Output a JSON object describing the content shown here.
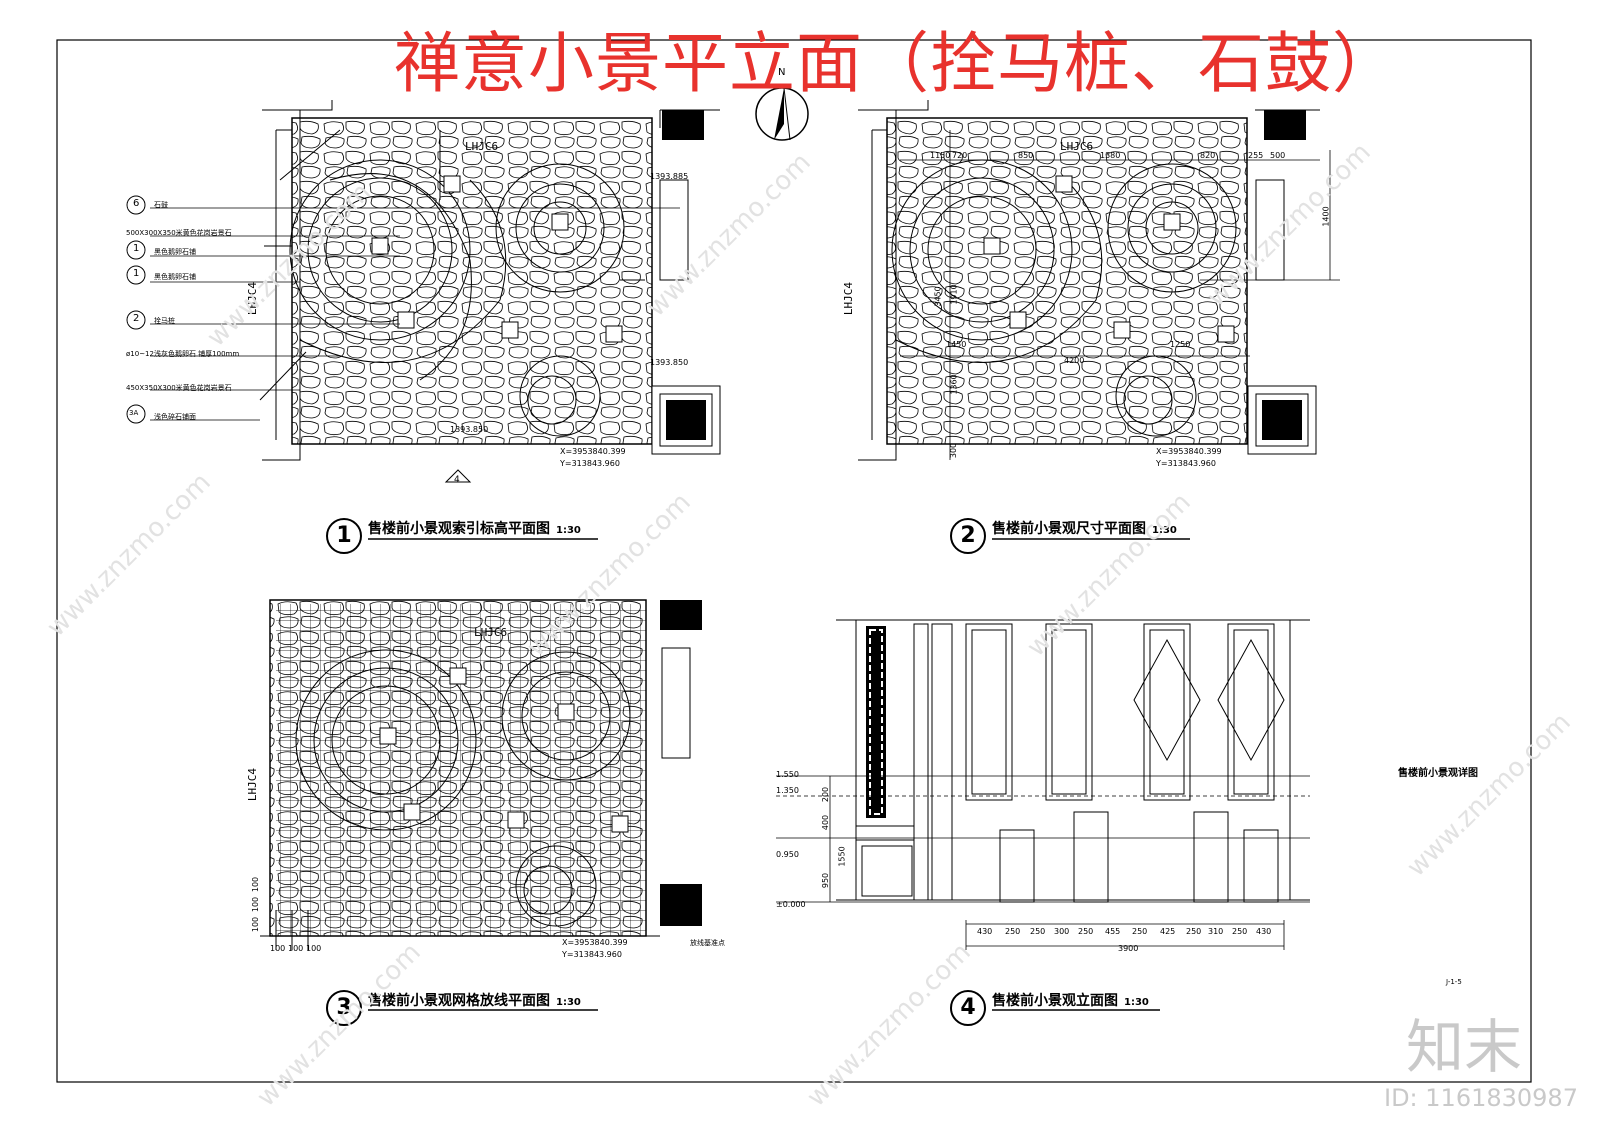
{
  "title": "禅意小景平立面（拴马桩、石鼓）",
  "compass": {
    "north": "N"
  },
  "panel1": {
    "num": "1",
    "caption": "售楼前小景观索引标高平面图",
    "scale": "1:30",
    "code_top": "LHJC6",
    "code_left": "LHJC4",
    "elev1": "1393.885",
    "elev2": "1393.850",
    "elev3": "1393.850",
    "coord_x": "X=3953840.399",
    "coord_y": "Y=313843.960",
    "section_marker": "4",
    "legend": [
      {
        "tag": "6",
        "text": "石鼓"
      },
      {
        "tag": "",
        "text": "500X300X350米黄色花岗岩景石"
      },
      {
        "tag": "1",
        "text": "黑色鹅卵石铺"
      },
      {
        "tag": "1",
        "text": "黑色鹅卵石铺"
      },
      {
        "tag": "2",
        "text": "拴马桩"
      },
      {
        "tag": "",
        "text": "ø10~12浅灰色鹅卵石  铺厚100mm"
      },
      {
        "tag": "",
        "text": "450X350X300米黄色花岗岩景石"
      },
      {
        "tag": "3A",
        "text": "浅色碎石铺面"
      }
    ]
  },
  "panel2": {
    "num": "2",
    "caption": "售楼前小景观尺寸平面图",
    "scale": "1:30",
    "code_top": "LHJC6",
    "code_left": "LHJC4",
    "dims_top": [
      "1150",
      "720",
      "850",
      "1380",
      "820",
      "255",
      "500"
    ],
    "dims_mid": [
      "1450",
      "1250",
      "4200"
    ],
    "dims_right": "1400",
    "dims_left": [
      "3450",
      "1910",
      "1360",
      "300"
    ],
    "coord_x": "X=3953840.399",
    "coord_y": "Y=313843.960"
  },
  "panel3": {
    "num": "3",
    "caption": "售楼前小景观网格放线平面图",
    "scale": "1:30",
    "code_top": "LHJC6",
    "code_left": "LHJC4",
    "grid_left": [
      "100",
      "100",
      "100"
    ],
    "grid_bottom": [
      "100",
      "100",
      "100"
    ],
    "coord_x": "X=3953840.399",
    "coord_y": "Y=313843.960",
    "note": "放线基准点"
  },
  "panel4": {
    "num": "4",
    "caption": "售楼前小景观立面图",
    "scale": "1:30",
    "elevations": [
      "1.550",
      "1.350",
      "0.950",
      "±0.000"
    ],
    "vdims": [
      "200",
      "400",
      "1550",
      "950"
    ],
    "hdims": [
      "430",
      "250",
      "250",
      "300",
      "250",
      "455",
      "250",
      "425",
      "250",
      "310",
      "250",
      "430"
    ],
    "total": "3900"
  },
  "side_label": "售楼前小景观详图",
  "sheet_no": "J-1-5",
  "watermark": {
    "text": "www.znzmo.com",
    "brand": "知末",
    "id": "ID: 1161830987"
  }
}
